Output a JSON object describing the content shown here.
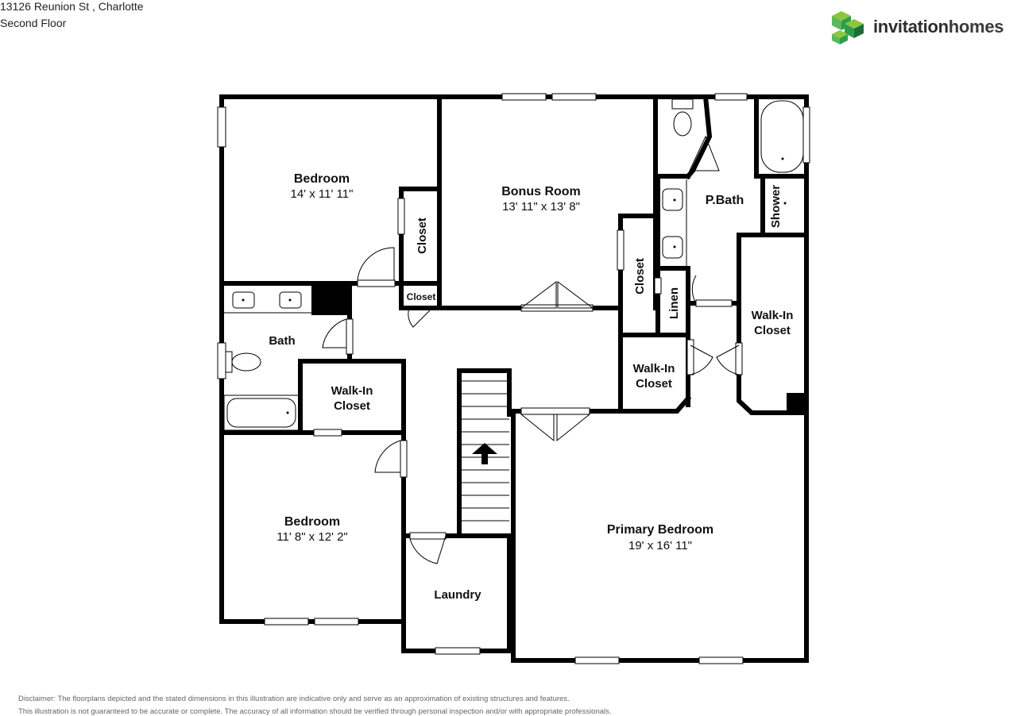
{
  "header": {
    "address": "13126 Reunion St , Charlotte",
    "floor": "Second Floor"
  },
  "logo": {
    "word1": "invitation",
    "word2": "homes",
    "icon": "cube-cluster-icon",
    "colors": [
      "#2e9d49",
      "#8cc63f",
      "#1b6e3a",
      "#5cb85c"
    ]
  },
  "rooms": {
    "bedroom1": {
      "name": "Bedroom",
      "dims": "14' x 11' 11\""
    },
    "bonus": {
      "name": "Bonus Room",
      "dims": "13' 11\" x 13' 8\""
    },
    "pbath": {
      "name": "P.Bath"
    },
    "shower": {
      "name": "Shower"
    },
    "closet1": {
      "name": "Closet"
    },
    "closet_small": {
      "name": "Closet"
    },
    "closet2": {
      "name": "Closet"
    },
    "linen": {
      "name": "Linen"
    },
    "walkin_right": {
      "name_line1": "Walk-In",
      "name_line2": "Closet"
    },
    "walkin_mid": {
      "name_line1": "Walk-In",
      "name_line2": "Closet"
    },
    "walkin_left": {
      "name_line1": "Walk-In",
      "name_line2": "Closet"
    },
    "bath": {
      "name": "Bath"
    },
    "bedroom2": {
      "name": "Bedroom",
      "dims": "11' 8\" x 12' 2\""
    },
    "laundry": {
      "name": "Laundry"
    },
    "primary": {
      "name": "Primary Bedroom",
      "dims": "19' x 16' 11\""
    }
  },
  "disclaimer": {
    "line1": "Disclaimer: The floorplans depicted and the stated dimensions in this illustration are indicative only and serve as an approximation of existing structures and features.",
    "line2": "This illustration is not guaranteed to be accurate or complete. The accuracy of all information should be verified through personal inspection and/or with appropriate professionals."
  }
}
